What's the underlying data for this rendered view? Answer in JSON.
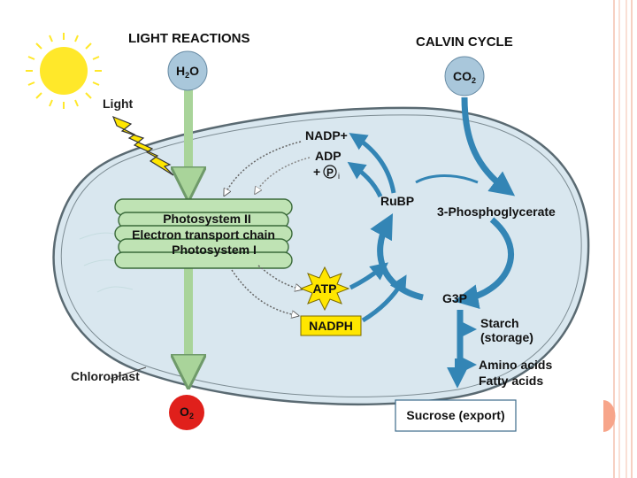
{
  "headings": {
    "light_reactions": "LIGHT REACTIONS",
    "calvin_cycle": "CALVIN CYCLE"
  },
  "molecules": {
    "water": "H2O",
    "carbon_dioxide": "CO2",
    "oxygen": "O2",
    "nadp_plus": "NADP+",
    "adp": "ADP",
    "pi_prefix": "+",
    "pi_symbol": "P",
    "pi_subscript": "i",
    "atp": "ATP",
    "nadph": "NADPH",
    "rubp": "RuBP",
    "phosphoglycerate": "3-Phosphoglycerate",
    "g3p": "G3P"
  },
  "light_label": "Light",
  "thylakoid_labels": [
    "Photosystem II",
    "Electron transport chain",
    "Photosystem I"
  ],
  "products": {
    "starch": "Starch",
    "starch_note": "(storage)",
    "amino_acids": "Amino acids",
    "fatty_acids": "Fatty acids",
    "sucrose": "Sucrose (export)"
  },
  "chloroplast_label": "Chloroplast",
  "colors": {
    "stroma": "#d9e7ef",
    "envelope": "#5a6a72",
    "green_arrow": "#a9d49a",
    "blue_arrow": "#3385b5",
    "thylakoid": "#bfe3b4",
    "sun": "#ffe82a",
    "lightning": "#ffe600",
    "oxygen": "#e0201b",
    "atp_star": "#ffe600",
    "border_accent": "#f7a58a"
  }
}
